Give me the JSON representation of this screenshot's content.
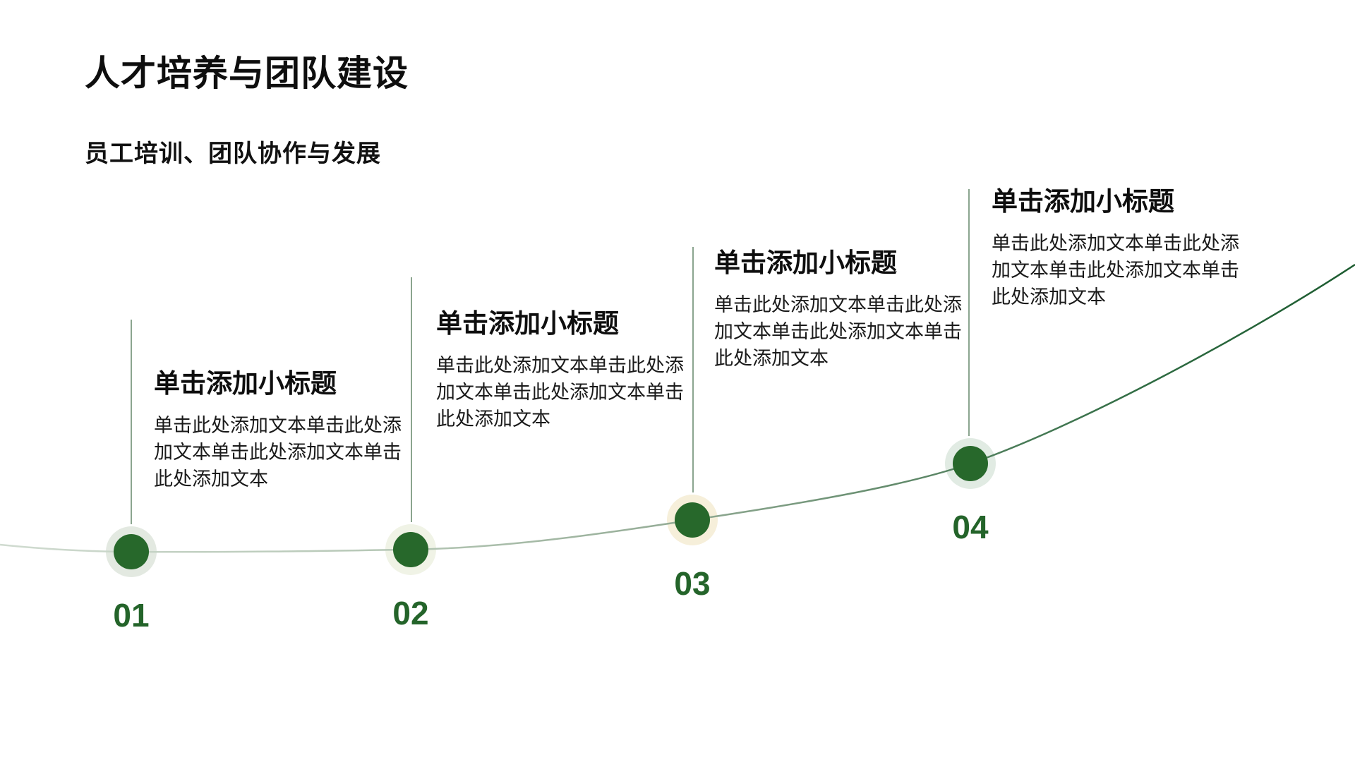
{
  "slide": {
    "title": "人才培养与团队建设",
    "subtitle": "员工培训、团队协作与发展"
  },
  "timeline": {
    "items": [
      {
        "number": "01",
        "heading": "单击添加小标题",
        "body": "单击此处添加文本单击此处添加文本单击此处添加文本单击此处添加文本"
      },
      {
        "number": "02",
        "heading": "单击添加小标题",
        "body": "单击此处添加文本单击此处添加文本单击此处添加文本单击此处添加文本"
      },
      {
        "number": "03",
        "heading": "单击添加小标题",
        "body": "单击此处添加文本单击此处添加文本单击此处添加文本单击此处添加文本"
      },
      {
        "number": "04",
        "heading": "单击添加小标题",
        "body": "单击此处添加文本单击此处添加文本单击此处添加文本单击此处添加文本"
      }
    ]
  },
  "colors": {
    "dot_green": "#27682b",
    "number_green": "#24642a",
    "halo_step1": "#e3e9e1",
    "halo_step2": "#f0f3e6",
    "halo_step3": "#f6efda",
    "halo_step4": "#e1ebe3",
    "connector_line": "#8ba58f",
    "curve_gradient_start": "#d0dbd0",
    "curve_gradient_end": "#1c5b2f",
    "text_black": "#111111",
    "background": "#ffffff"
  }
}
